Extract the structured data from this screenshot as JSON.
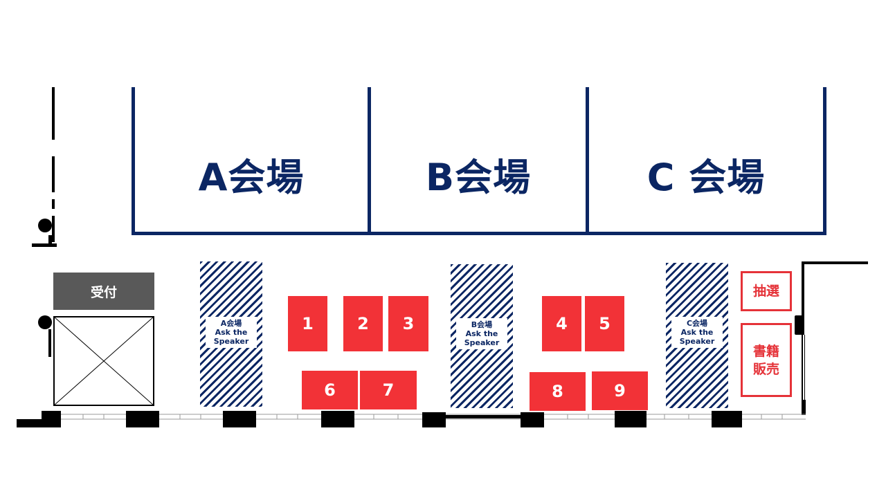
{
  "halls": [
    {
      "label": "A会場"
    },
    {
      "label": "B会場"
    },
    {
      "label": "C 会場"
    }
  ],
  "ask_zones": [
    {
      "hall": "A会場",
      "line1": "Ask the",
      "line2": "Speaker"
    },
    {
      "hall": "B会場",
      "line1": "Ask the",
      "line2": "Speaker"
    },
    {
      "hall": "C会場",
      "line1": "Ask the",
      "line2": "Speaker"
    }
  ],
  "booths": [
    "1",
    "2",
    "3",
    "4",
    "5",
    "6",
    "7",
    "8",
    "9"
  ],
  "reception": {
    "label": "受付"
  },
  "lottery": {
    "label": "抽選"
  },
  "books": {
    "line1": "書籍",
    "line2": "販売"
  },
  "colors": {
    "navy": "#0b2663",
    "booth_red": "#f23237",
    "reception_gray": "#595959"
  }
}
